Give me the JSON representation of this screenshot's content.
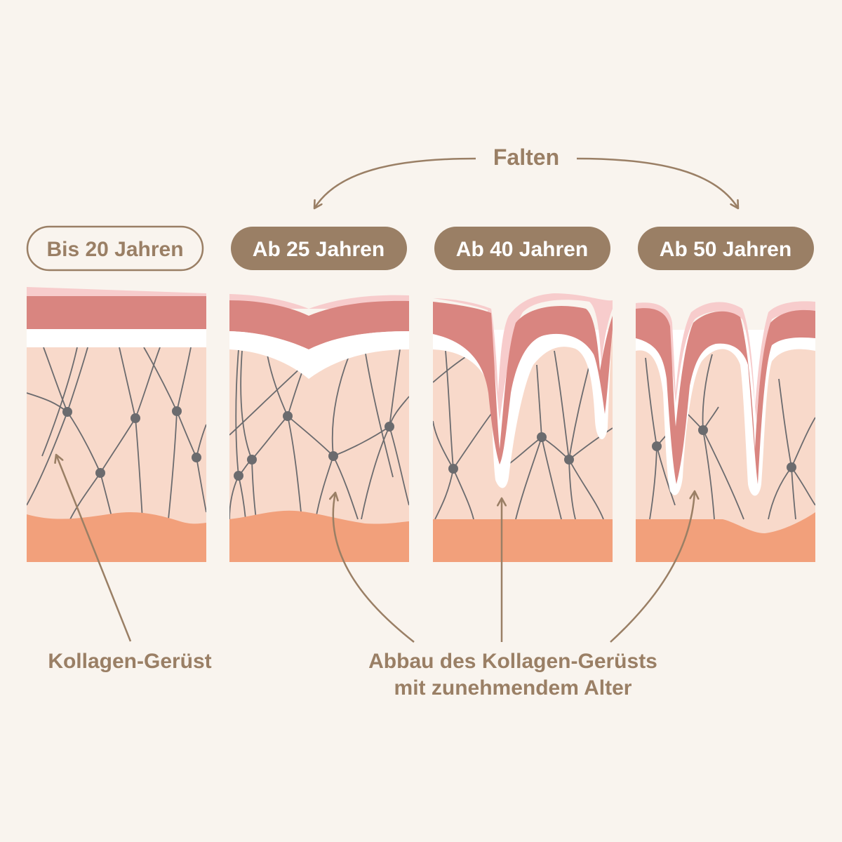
{
  "top_label": "Falten",
  "stages": [
    {
      "label": "Bis 20 Jahren",
      "style": "outline"
    },
    {
      "label": "Ab 25 Jahren",
      "style": "filled"
    },
    {
      "label": "Ab 40 Jahren",
      "style": "filled"
    },
    {
      "label": "Ab 50 Jahren",
      "style": "filled"
    }
  ],
  "annotations": {
    "left": "Kollagen-Gerüst",
    "right_line1": "Abbau des Kollagen-Gerüsts",
    "right_line2": "mit zunehmendem Alter"
  },
  "colors": {
    "background": "#f9f4ee",
    "brown": "#9a7f65",
    "dermis": "#f8d9ca",
    "epidermis": "#d98580",
    "epidermis_surface": "#f7cccc",
    "basement": "#ffffff",
    "subcutis": "#f2a07b",
    "fiber": "#6b6b6e",
    "node": "#6b6b6e"
  }
}
